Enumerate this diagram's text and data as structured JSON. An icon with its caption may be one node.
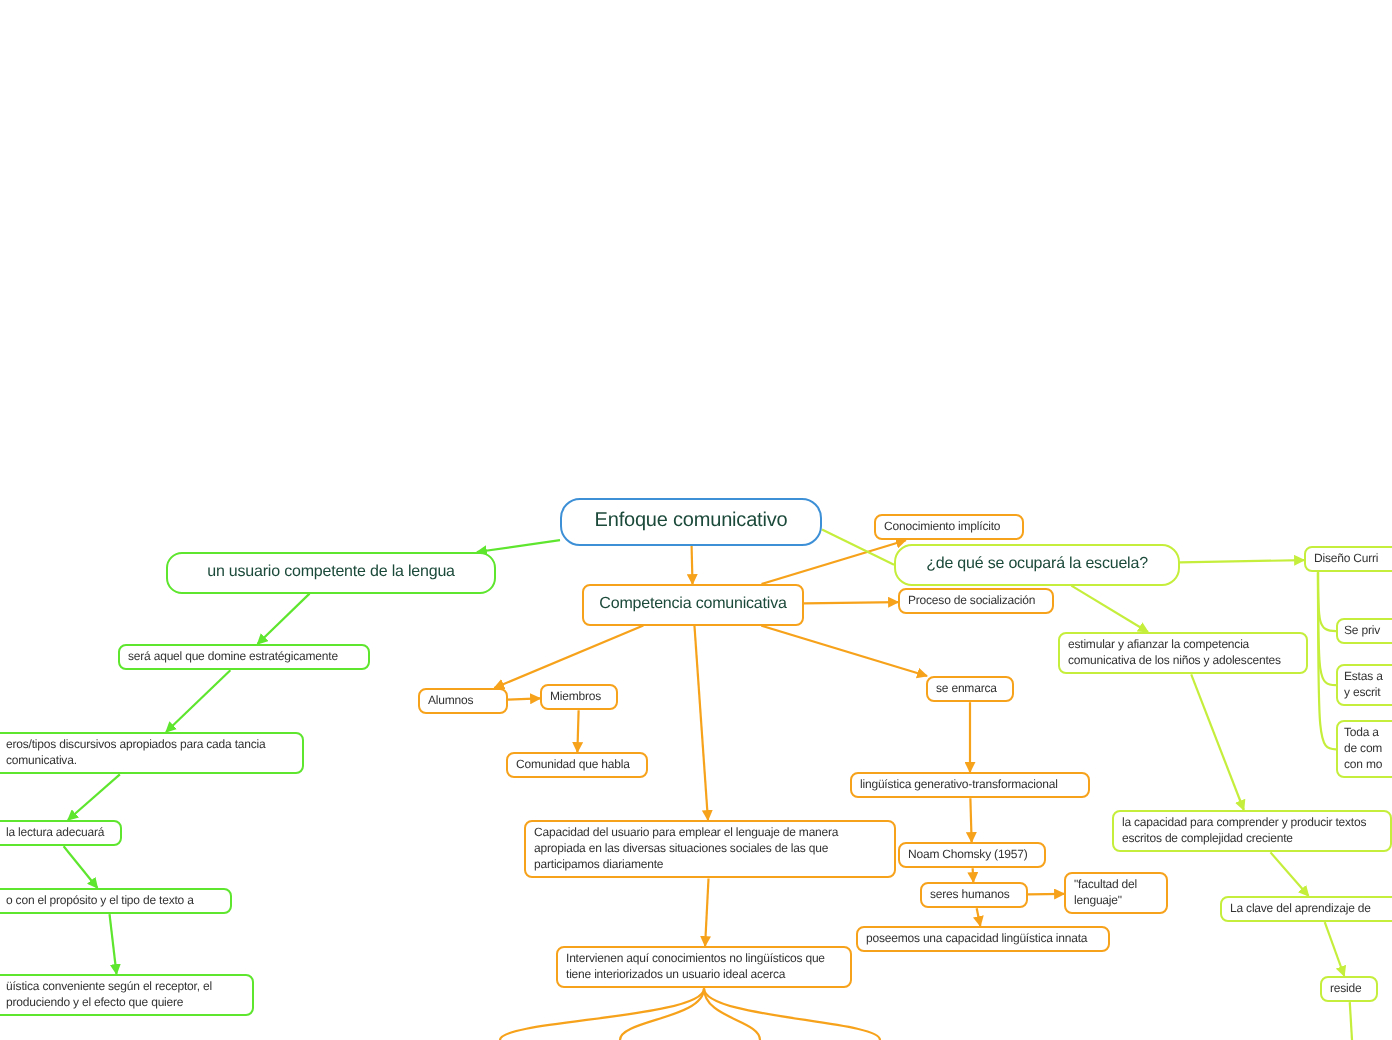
{
  "diagram": {
    "nodes": [
      {
        "text": [
          "Enfoque comunicativo"
        ]
      },
      {
        "text": [
          "un usuario competente de la lengua"
        ]
      },
      {
        "text": [
          "será aquel que domine estratégicamente"
        ]
      },
      {
        "text": [
          "eros/tipos discursivos apropiados para cada tancia comunicativa."
        ]
      },
      {
        "text": [
          "la lectura adecuará"
        ]
      },
      {
        "text": [
          "o con el propósito y el tipo de texto a"
        ]
      },
      {
        "text": [
          "üística conveniente según el receptor, el produciendo y el efecto que quiere"
        ]
      },
      {
        "text": [
          "Competencia comunicativa"
        ]
      },
      {
        "text": [
          "Alumnos"
        ]
      },
      {
        "text": [
          "Miembros"
        ]
      },
      {
        "text": [
          "Comunidad que habla"
        ]
      },
      {
        "text": [
          "Capacidad del usuario para emplear el lenguaje de manera apropiada en las diversas situaciones sociales de las que participamos diariamente"
        ]
      },
      {
        "text": [
          "Intervienen aquí conocimientos no lingüísticos que tiene interiorizados un usuario ideal acerca"
        ]
      },
      {
        "text": [
          "Conocimiento implícito"
        ]
      },
      {
        "text": [
          "¿de qué se ocupará la escuela?"
        ]
      },
      {
        "text": [
          "Proceso de socialización"
        ]
      },
      {
        "text": [
          "se enmarca"
        ]
      },
      {
        "text": [
          "lingüística generativo-transformacional"
        ]
      },
      {
        "text": [
          "Noam Chomsky (1957)"
        ]
      },
      {
        "text": [
          "seres humanos"
        ]
      },
      {
        "text": [
          "\"facultad del lenguaje\""
        ]
      },
      {
        "text": [
          "poseemos una capacidad lingüística innata"
        ]
      },
      {
        "text": [
          "estimular y afianzar la competencia comunicativa de los niños y adolescentes"
        ]
      },
      {
        "text": [
          "Diseño Curri"
        ]
      },
      {
        "text": [
          "Se priv"
        ]
      },
      {
        "text": [
          "Estas a y escrit"
        ]
      },
      {
        "text": [
          "Toda a de com con mo"
        ]
      },
      {
        "text": [
          "la capacidad para comprender y producir textos escritos de complejidad creciente"
        ]
      },
      {
        "text": [
          "La clave del aprendizaje de"
        ]
      },
      {
        "text": [
          "reside"
        ]
      }
    ],
    "edges": [
      {
        "from": 0,
        "to": 1,
        "arrow": "to",
        "color": "#5ee52e"
      },
      {
        "from": 1,
        "to": 2,
        "arrow": "to",
        "color": "#5ee52e"
      },
      {
        "from": 2,
        "to": 3,
        "arrow": "to",
        "color": "#5ee52e"
      },
      {
        "from": 3,
        "to": 4,
        "arrow": "to",
        "color": "#5ee52e"
      },
      {
        "from": 4,
        "to": 5,
        "arrow": "to",
        "color": "#5ee52e"
      },
      {
        "from": 5,
        "to": 6,
        "arrow": "to",
        "color": "#5ee52e"
      },
      {
        "from": 0,
        "to": 7,
        "arrow": "to"
      },
      {
        "from": 7,
        "to": 8,
        "arrow": "to"
      },
      {
        "from": 8,
        "to": 9,
        "arrow": "to"
      },
      {
        "from": 9,
        "to": 10,
        "arrow": "to"
      },
      {
        "from": 7,
        "to": 11,
        "arrow": "to"
      },
      {
        "from": 11,
        "to": 12,
        "arrow": "to"
      },
      {
        "from": 12,
        "to": null,
        "arrow": "none"
      },
      {
        "from": 12,
        "to": null,
        "arrow": "none"
      },
      {
        "from": 12,
        "to": null,
        "arrow": "none"
      },
      {
        "from": 12,
        "to": null,
        "arrow": "none"
      },
      {
        "from": 7,
        "to": 13,
        "arrow": "to"
      },
      {
        "from": 7,
        "to": 15,
        "arrow": "to"
      },
      {
        "from": 7,
        "to": 16,
        "arrow": "to"
      },
      {
        "from": 16,
        "to": 17,
        "arrow": "to"
      },
      {
        "from": 17,
        "to": 18,
        "arrow": "to"
      },
      {
        "from": 18,
        "to": 19,
        "arrow": "to"
      },
      {
        "from": 19,
        "to": 20,
        "arrow": "to"
      },
      {
        "from": 19,
        "to": 21,
        "arrow": "to"
      },
      {
        "from": 0,
        "to": 14,
        "arrow": "none",
        "color": "#c5ee3c"
      },
      {
        "from": 14,
        "to": 23,
        "arrow": "to",
        "color": "#c5ee3c"
      },
      {
        "from": 14,
        "to": 22,
        "arrow": "to",
        "color": "#c5ee3c"
      },
      {
        "from": 22,
        "to": 27,
        "arrow": "to",
        "color": "#c5ee3c"
      },
      {
        "from": 27,
        "to": 28,
        "arrow": "to",
        "color": "#c5ee3c"
      },
      {
        "from": 28,
        "to": 29,
        "arrow": "to",
        "color": "#c5ee3c"
      },
      {
        "from": 29,
        "to": null,
        "arrow": "none",
        "color": "#c5ee3c"
      },
      {
        "from": 23,
        "to": 24,
        "arrow": "none",
        "color": "#c5ee3c"
      },
      {
        "from": 23,
        "to": 25,
        "arrow": "none",
        "color": "#c5ee3c"
      },
      {
        "from": 23,
        "to": 26,
        "arrow": "none",
        "color": "#c5ee3c"
      }
    ]
  }
}
